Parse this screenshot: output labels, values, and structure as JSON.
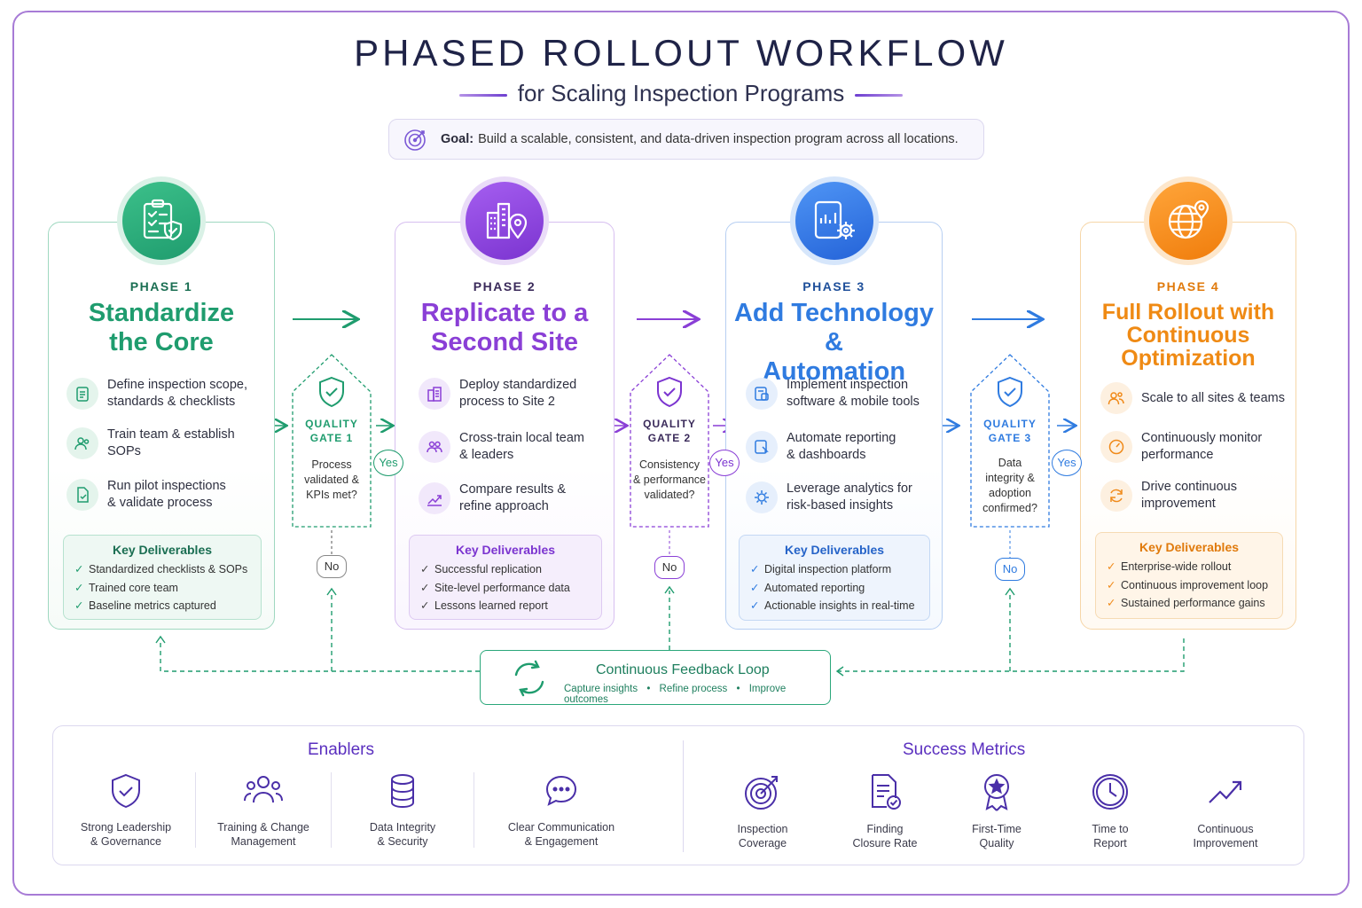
{
  "header": {
    "title": "PHASED ROLLOUT WORKFLOW",
    "subtitle": "for Scaling Inspection Programs",
    "goal_label": "Goal:",
    "goal_text": "Build a scalable, consistent, and data-driven inspection program across all locations."
  },
  "phases": [
    {
      "phase": "PHASE 1",
      "title_lines": [
        "Standardize",
        "the Core"
      ],
      "items": [
        [
          "Define inspection scope,",
          "standards & checklists"
        ],
        [
          "Train team & establish",
          "SOPs"
        ],
        [
          "Run pilot inspections",
          "& validate process"
        ]
      ],
      "deliverables_title": "Key Deliverables",
      "deliverables": [
        "Standardized checklists & SOPs",
        "Trained core team",
        "Baseline metrics captured"
      ]
    },
    {
      "phase": "PHASE 2",
      "title_lines": [
        "Replicate to a",
        "Second Site"
      ],
      "items": [
        [
          "Deploy standardized",
          "process to Site 2"
        ],
        [
          "Cross-train local team",
          "& leaders"
        ],
        [
          "Compare results &",
          "refine approach"
        ]
      ],
      "deliverables_title": "Key Deliverables",
      "deliverables": [
        "Successful replication",
        "Site-level performance data",
        "Lessons learned report"
      ]
    },
    {
      "phase": "PHASE 3",
      "title_lines": [
        "Add Technology &",
        "Automation"
      ],
      "items": [
        [
          "Implement inspection",
          "software & mobile tools"
        ],
        [
          "Automate reporting",
          "& dashboards"
        ],
        [
          "Leverage analytics for",
          "risk-based insights"
        ]
      ],
      "deliverables_title": "Key Deliverables",
      "deliverables": [
        "Digital inspection platform",
        "Automated reporting",
        "Actionable insights in real-time"
      ]
    },
    {
      "phase": "PHASE 4",
      "title_lines": [
        "Full Rollout with",
        "Continuous",
        "Optimization"
      ],
      "items": [
        [
          "Scale to all sites & teams"
        ],
        [
          "Continuously monitor",
          "performance"
        ],
        [
          "Drive continuous",
          "improvement"
        ]
      ],
      "deliverables_title": "Key Deliverables",
      "deliverables": [
        "Enterprise-wide rollout",
        "Continuous improvement loop",
        "Sustained performance gains"
      ]
    }
  ],
  "gates": [
    {
      "label_lines": [
        "QUALITY",
        "GATE 1"
      ],
      "question_lines": [
        "Process",
        "validated &",
        "KPIs met?"
      ],
      "yes": "Yes",
      "no": "No"
    },
    {
      "label_lines": [
        "QUALITY",
        "GATE 2"
      ],
      "question_lines": [
        "Consistency",
        "& performance",
        "validated?"
      ],
      "yes": "Yes",
      "no": "No"
    },
    {
      "label_lines": [
        "QUALITY",
        "GATE 3"
      ],
      "question_lines": [
        "Data",
        "integrity &",
        "adoption",
        "confirmed?"
      ],
      "yes": "Yes",
      "no": "No"
    }
  ],
  "feedback": {
    "title": "Continuous Feedback Loop",
    "steps": [
      "Capture insights",
      "Refine process",
      "Improve outcomes"
    ],
    "separator": "•"
  },
  "enablers": {
    "title": "Enablers",
    "items": [
      [
        "Strong Leadership",
        "& Governance"
      ],
      [
        "Training & Change",
        "Management"
      ],
      [
        "Data Integrity",
        "& Security"
      ],
      [
        "Clear Communication",
        "& Engagement"
      ]
    ]
  },
  "metrics": {
    "title": "Success Metrics",
    "items": [
      [
        "Inspection",
        "Coverage"
      ],
      [
        "Finding",
        "Closure Rate"
      ],
      [
        "First-Time",
        "Quality"
      ],
      [
        "Time to",
        "Report"
      ],
      [
        "Continuous",
        "Improvement"
      ]
    ]
  },
  "colors": {
    "green": "#1f9c6e",
    "purple": "#8a3fd6",
    "blue": "#2f7be0",
    "orange": "#f08a1a",
    "indigo": "#5a2fbf"
  }
}
